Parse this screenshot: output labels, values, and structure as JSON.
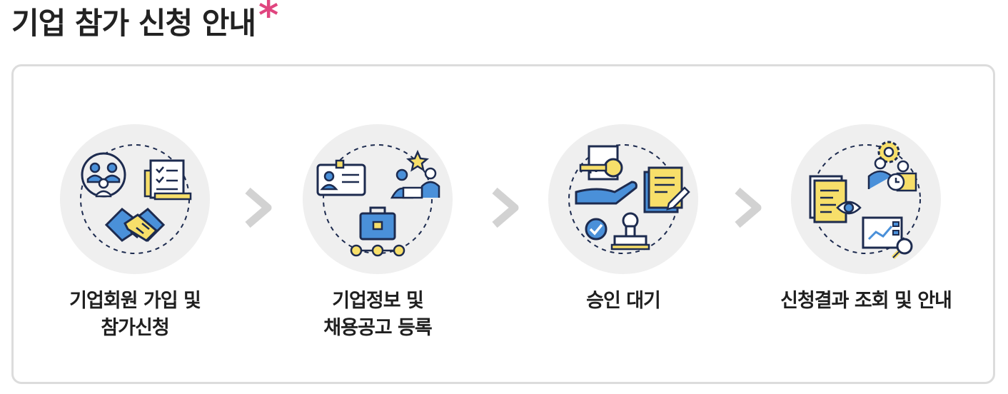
{
  "heading": {
    "title": "기업 참가 신청 안내",
    "marker": "*"
  },
  "colors": {
    "accent_pink": "#e0457f",
    "icon_blue": "#4a90d9",
    "icon_yellow": "#f7df6a",
    "icon_navy": "#1d2b4f",
    "circle_bg": "#efefef",
    "border": "#dcdcdc",
    "arrow": "#d2d2d2"
  },
  "steps": [
    {
      "icon": "handshake-members-icon",
      "label_line1": "기업회원 가입 및",
      "label_line2": "참가신청"
    },
    {
      "icon": "company-profile-job-posting-icon",
      "label_line1": "기업정보 및",
      "label_line2": "채용공고 등록"
    },
    {
      "icon": "approval-stamp-icon",
      "label_line1": "승인 대기",
      "label_line2": ""
    },
    {
      "icon": "result-review-icon",
      "label_line1": "신청결과 조회 및 안내",
      "label_line2": ""
    }
  ],
  "separators": [
    "chevron-right-icon",
    "chevron-right-icon",
    "chevron-right-icon"
  ]
}
